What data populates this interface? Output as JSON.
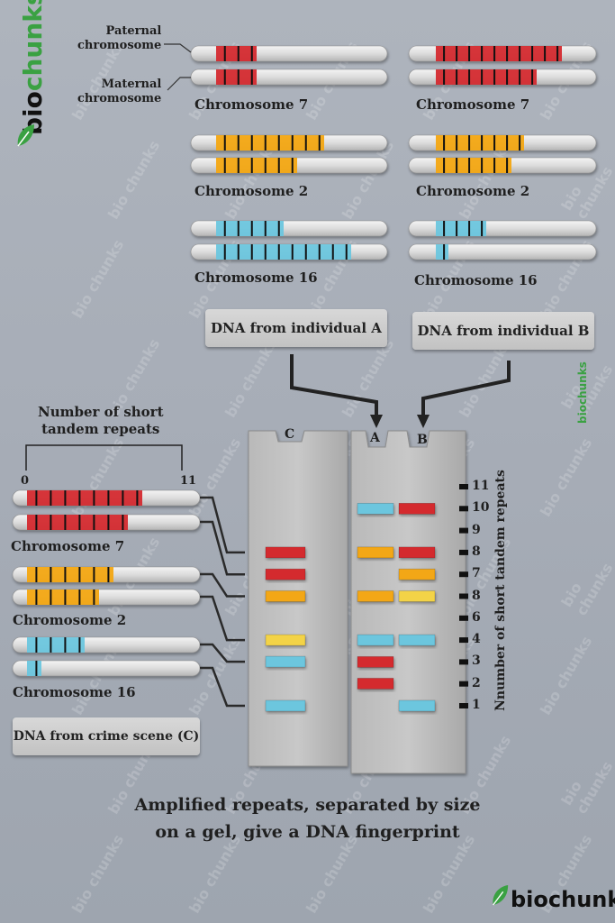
{
  "colors": {
    "red": "#d42a2f",
    "orange": "#f3a712",
    "yellow": "#f3d346",
    "blue": "#6cc6de",
    "brand_green": "#3aa142"
  },
  "brand": {
    "text": "biochunks",
    "text_small": "bio chunks"
  },
  "top": {
    "paternal_label": "Paternal\nchromosome",
    "maternal_label": "Maternal\nchromosome",
    "individual_a": {
      "box_label": "DNA from individual A",
      "chromosomes": [
        {
          "name": "Chromosome 7",
          "color": "red",
          "paternal_repeats": 3,
          "maternal_repeats": 3
        },
        {
          "name": "Chromosome 2",
          "color": "orange",
          "paternal_repeats": 8,
          "maternal_repeats": 6
        },
        {
          "name": "Chromosome 16",
          "color": "blue",
          "paternal_repeats": 5,
          "maternal_repeats": 10
        }
      ]
    },
    "individual_b": {
      "box_label": "DNA from individual B",
      "chromosomes": [
        {
          "name": "Chromosome 7",
          "color": "red",
          "paternal_repeats": 10,
          "maternal_repeats": 8
        },
        {
          "name": "Chromosome 2",
          "color": "orange",
          "paternal_repeats": 7,
          "maternal_repeats": 6
        },
        {
          "name": "Chromosome 16",
          "color": "blue",
          "paternal_repeats": 4,
          "maternal_repeats": 1
        }
      ]
    }
  },
  "crime_scene": {
    "scale_title": "Number of short\ntandem repeats",
    "scale_min": "0",
    "scale_max": "11",
    "box_label": "DNA from crime scene (C)",
    "chromosomes": [
      {
        "name": "Chromosome 7",
        "color": "red",
        "paternal_repeats": 8,
        "maternal_repeats": 7
      },
      {
        "name": "Chromosome 2",
        "color": "orange",
        "paternal_repeats": 6,
        "maternal_repeats": 5
      },
      {
        "name": "Chromosome 16",
        "color": "blue",
        "paternal_repeats": 4,
        "maternal_repeats": 1
      }
    ]
  },
  "gel": {
    "lane_labels": {
      "c": "C",
      "a": "A",
      "b": "B"
    },
    "axis_label": "Nnumber of short tandem repeats",
    "axis_ticks": [
      "1",
      "2",
      "3",
      "4",
      "6",
      "8",
      "7",
      "8",
      "9",
      "10",
      "11"
    ],
    "bands": {
      "c": [
        {
          "color": "red",
          "repeats": 8
        },
        {
          "color": "red",
          "repeats": 7
        },
        {
          "color": "orange",
          "repeats": 6
        },
        {
          "color": "yellow",
          "repeats": 4
        },
        {
          "color": "blue",
          "repeats": 4
        },
        {
          "color": "blue",
          "repeats": 1
        }
      ],
      "a": [
        {
          "color": "blue",
          "repeats": 10
        },
        {
          "color": "orange",
          "repeats": 8
        },
        {
          "color": "orange",
          "repeats": 6
        },
        {
          "color": "blue",
          "repeats": 4
        },
        {
          "color": "red",
          "repeats": 3
        },
        {
          "color": "red",
          "repeats": 3
        }
      ],
      "b": [
        {
          "color": "red",
          "repeats": 10
        },
        {
          "color": "red",
          "repeats": 8
        },
        {
          "color": "orange",
          "repeats": 7
        },
        {
          "color": "yellow",
          "repeats": 6
        },
        {
          "color": "blue",
          "repeats": 4
        },
        {
          "color": "blue",
          "repeats": 1
        }
      ]
    }
  },
  "caption": "Amplified repeats, separated by size\non a gel, give a DNA fingerprint"
}
